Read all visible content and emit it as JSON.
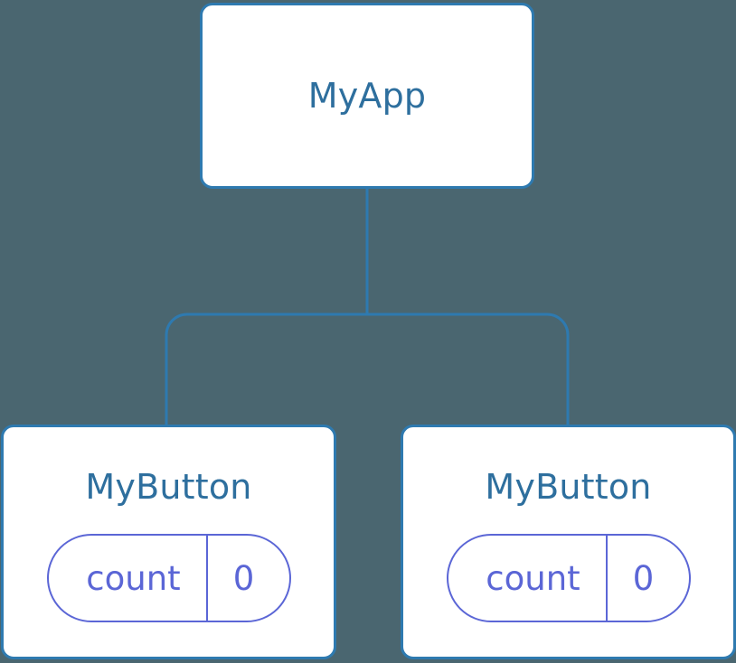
{
  "diagram": {
    "type": "component-tree",
    "background_color": "#4a6670",
    "node_border_color": "#2e7ab0",
    "node_fill_color": "#ffffff",
    "title_text_color": "#2e6f9e",
    "state_accent_color": "#5b66d6",
    "edge_color": "#2e7ab0",
    "root": {
      "title": "MyApp"
    },
    "children": [
      {
        "title": "MyButton",
        "state": {
          "key": "count",
          "value": "0"
        }
      },
      {
        "title": "MyButton",
        "state": {
          "key": "count",
          "value": "0"
        }
      }
    ]
  }
}
